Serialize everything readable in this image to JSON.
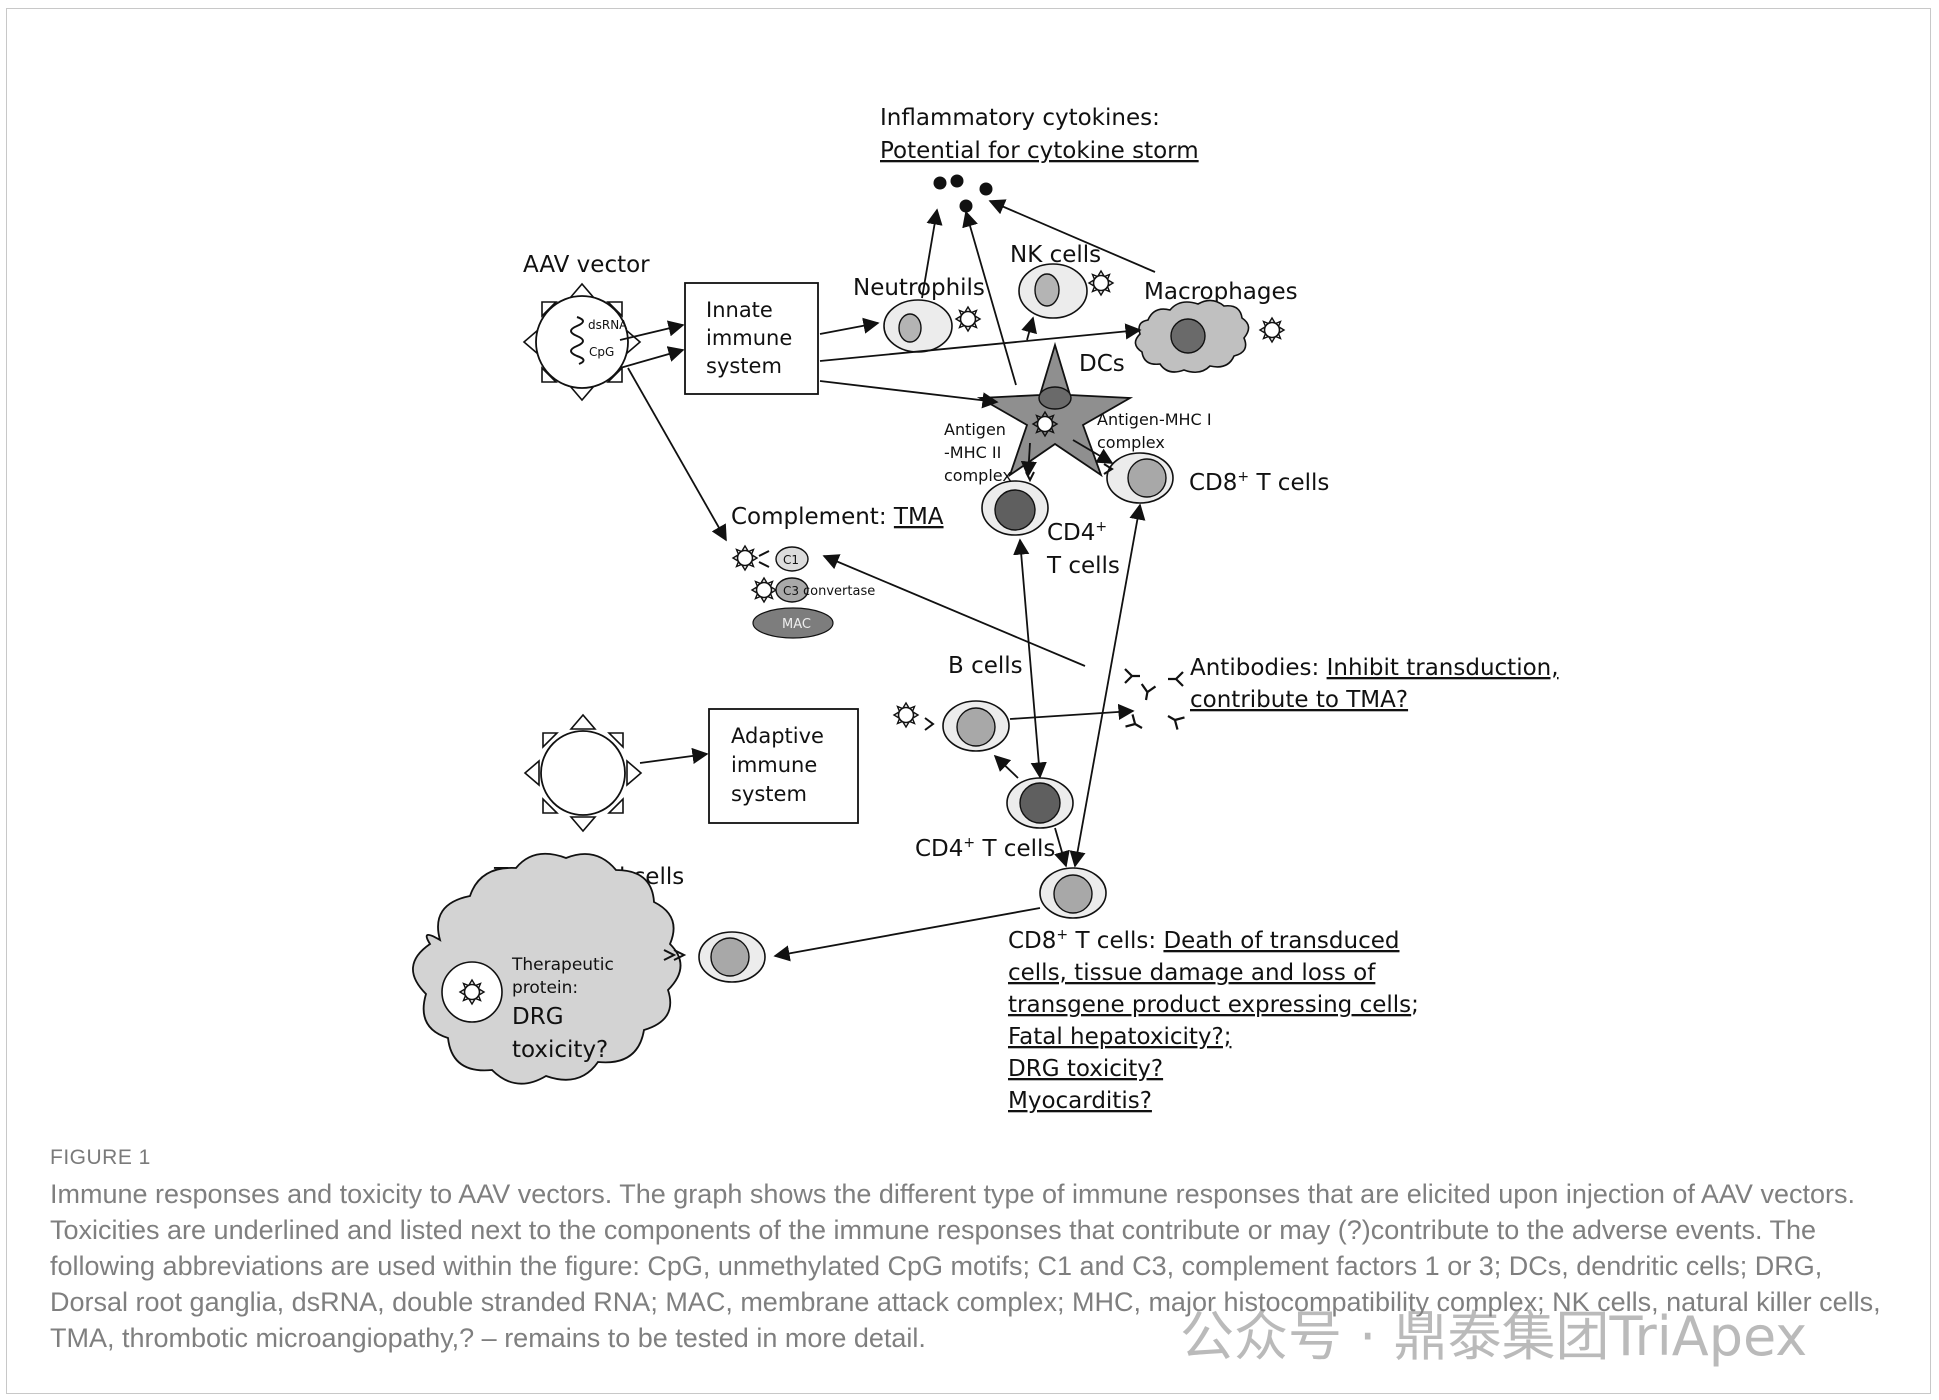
{
  "figure": {
    "title": "FIGURE 1",
    "caption": "Immune responses and toxicity to AAV vectors. The graph shows the different type of immune responses that are elicited upon injection of AAV vectors. Toxicities are underlined and listed next to the components of the immune responses that contribute or may (?)contribute to the adverse events. The following abbreviations are used within the figure: CpG, unmethylated CpG motifs; C1 and C3, complement factors 1 or 3; DCs, dendritic cells; DRG, Dorsal root ganglia, dsRNA, double stranded RNA; MAC, membrane attack complex; MHC, major histocompatibility complex; NK cells, natural killer cells, TMA, thrombotic microangiopathy,? – remains to be tested in more detail."
  },
  "watermark": "公众号 · 鼎泰集团TriApex",
  "diagram": {
    "inflammatory": {
      "line1": "Inflammatory cytokines:",
      "line2": "Potential for cytokine storm"
    },
    "aav_vector": {
      "label": "AAV vector",
      "dsrna": "dsRNA",
      "cpg": "CpG"
    },
    "innate_box": {
      "line1": "Innate",
      "line2": "immune",
      "line3": "system"
    },
    "adaptive_box": {
      "line1": "Adaptive",
      "line2": "immune",
      "line3": "system"
    },
    "neutrophils": "Neutrophils",
    "nk_cells": "NK cells",
    "macrophages": "Macrophages",
    "dcs": "DCs",
    "mhc2": {
      "line1": "Antigen",
      "line2": "-MHC II",
      "line3": "complex"
    },
    "mhc1": {
      "line1": "Antigen-MHC I",
      "line2": "complex"
    },
    "cd8_top": {
      "main": "CD8",
      "sup": "+",
      "rest": " T cells"
    },
    "cd4_top": {
      "line1": "CD4",
      "sup": "+",
      "line2": "T cells"
    },
    "complement": {
      "prefix": "Complement: ",
      "toxicity": "TMA",
      "c1": "C1",
      "c3": "C3",
      "convertase": "convertase",
      "mac": "MAC"
    },
    "b_cells": "B cells",
    "antibodies": {
      "prefix": "Antibodies: ",
      "line1": "Inhibit transduction,",
      "line2": "contribute to TMA?"
    },
    "cd4_bottom": {
      "main": "CD4",
      "sup": "+",
      "rest": " T cells"
    },
    "transduced": {
      "label": "Transduced cells",
      "therapeutic1": "Therapeutic",
      "therapeutic2": "protein:",
      "drg1": "DRG",
      "drg2": "toxicity?"
    },
    "cd8_bottom": {
      "main": "CD8",
      "sup": "+",
      "rest": " T cells: ",
      "line1": "Death of transduced",
      "line2": "cells, tissue damage and loss of",
      "line3": "transgene product expressing cells",
      "line3_end": ";",
      "line4": "Fatal hepatoxicity?;",
      "line5": "DRG toxicity?",
      "line6": "Myocarditis?"
    }
  }
}
